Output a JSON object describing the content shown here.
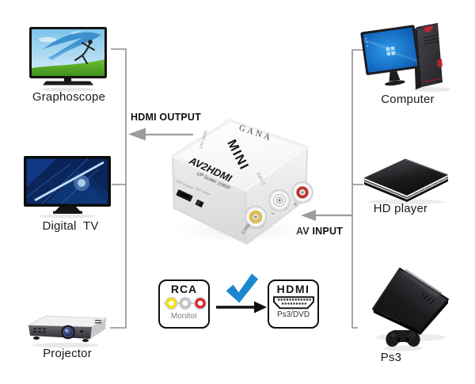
{
  "colors": {
    "line": "#9c9c9c",
    "check": "#1b87ce"
  },
  "left_devices": [
    {
      "label": "Graphoscope"
    },
    {
      "label": "Digital  TV"
    },
    {
      "label": "Projector"
    }
  ],
  "right_devices": [
    {
      "label": "Computer"
    },
    {
      "label": "HD player"
    },
    {
      "label": "Ps3"
    }
  ],
  "connections": {
    "hdmi_output": "HDMI OUTPUT",
    "av_input": "AV INPUT"
  },
  "converter": {
    "brand": "GANA",
    "logo": "MINI",
    "model": "AV2HDMI",
    "subtitle": "UP Scaler 1080P",
    "port_hdmi": "HDMI OUT",
    "port_input": "INPUT",
    "side_usb": "USB POWER",
    "side_switch": "720P 1080P",
    "jacks": [
      {
        "label": "CVBS",
        "color": "#e9c52e"
      },
      {
        "label": "L",
        "color": "#f2f2f2"
      },
      {
        "label": "R",
        "color": "#cd2a26"
      }
    ]
  },
  "legend": {
    "rca": {
      "title": "RCA",
      "caption": "Monitor",
      "plugs": [
        "#f7df00",
        "#c6c6c6",
        "#d42222"
      ]
    },
    "hdmi": {
      "title": "HDMI",
      "caption": "Ps3/DVD"
    }
  }
}
